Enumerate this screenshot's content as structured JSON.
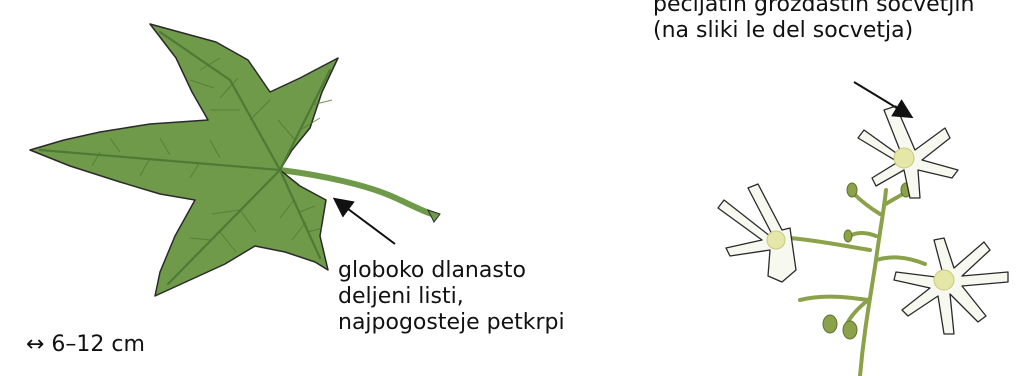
{
  "leaf_label": {
    "lines": [
      "globoko dlanasto",
      "deljeni listi,",
      "najpogosteje petkrpi"
    ]
  },
  "flower_label": {
    "lines": [
      "pecljatih grozdastih socvetjih",
      "(na sliki le del socvetja)"
    ]
  },
  "size_label": "↔ 6–12 cm",
  "colors": {
    "leaf_fill": "#6e9a4a",
    "leaf_vein": "#4f7a35",
    "outline": "#2a2a2a",
    "stem": "#8ba24a",
    "petal": "#f7f8f0",
    "flower_center": "#e5e7a8"
  }
}
